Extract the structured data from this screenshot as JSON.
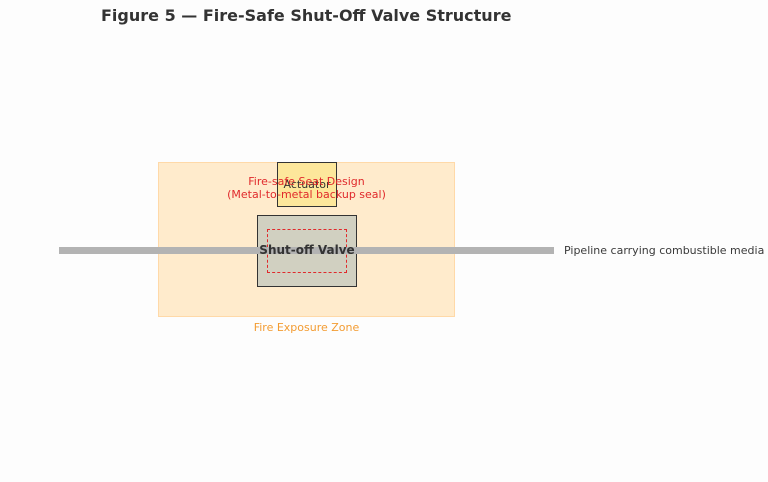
{
  "title": "Figure 5 — Fire-Safe Shut-Off Valve Structure",
  "fire_zone": {
    "label": "Fire Exposure Zone"
  },
  "pipeline": {
    "label": "Pipeline carrying combustible media"
  },
  "actuator": {
    "label": "Actuator"
  },
  "valve": {
    "label": "Shut-off Valve"
  },
  "seat": {
    "line1": "Fire-safe Seat Design",
    "line2": "(Metal-to-metal backup seal)"
  },
  "colors": {
    "fire_zone": "#ffebcc",
    "zone_label": "#f39c32",
    "seat": "#e0292b",
    "actuator": "#fde79b",
    "valve": "#cdcdc0",
    "pipe": "#b3b3b3"
  }
}
